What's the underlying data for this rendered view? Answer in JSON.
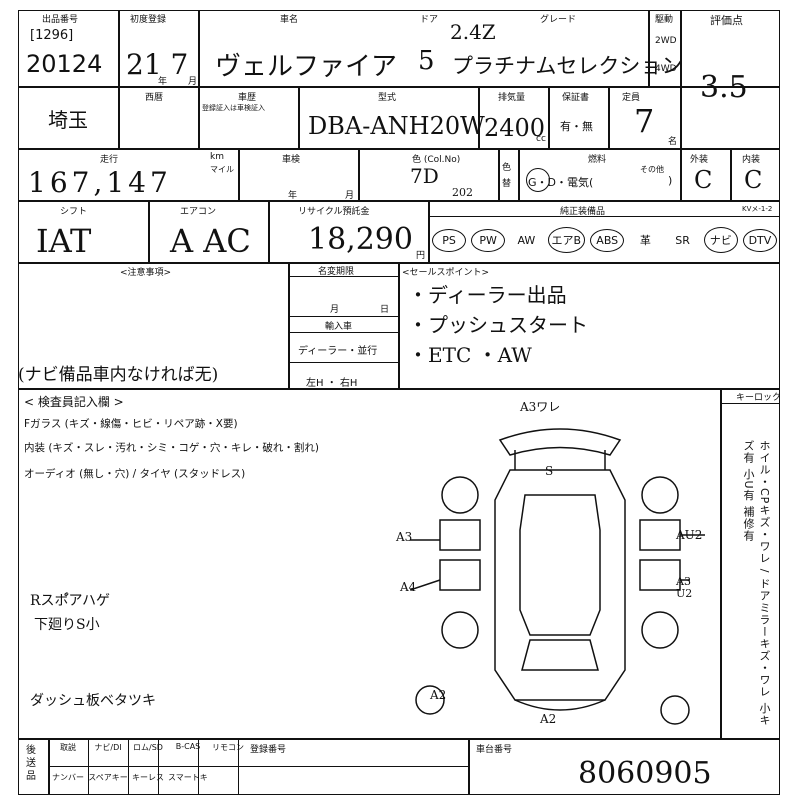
{
  "header": {
    "lot_label": "出品番号",
    "lot_code": "[1296]",
    "lot_number": "20124",
    "first_reg_label": "初度登録",
    "first_reg_value": "21 7",
    "first_reg_unit": "年",
    "first_reg_month_unit": "月",
    "car_name_label": "車名",
    "car_name_value": "ヴェルファイア",
    "door_label": "ドア",
    "door_value": "5",
    "grade_label": "グレード",
    "grade_value_top": "2.4Z",
    "grade_value": "プラチナムセレクション",
    "drive_label": "駆動",
    "drive_2wd": "2WD",
    "drive_4wd": "4WD",
    "score_label": "評価点",
    "score_value": "3.5"
  },
  "row2": {
    "pref_value": "埼玉",
    "year_label": "西暦",
    "history_label": "車歴",
    "history_note": "登録証入は車検証入",
    "type_label": "型式",
    "type_value": "DBA-ANH20W",
    "displacement_label": "排気量",
    "displacement_value": "2400",
    "displacement_unit": "cc",
    "warranty_label": "保証書",
    "warranty_value": "有・無",
    "capacity_label": "定員",
    "capacity_value": "7",
    "capacity_unit": "名"
  },
  "row3": {
    "mileage_label": "走行",
    "mileage_value": "167,147",
    "mileage_unit_km": "km",
    "mileage_unit_mile": "マイル",
    "inspection_label": "車検",
    "inspection_year": "年",
    "inspection_month": "月",
    "color_label": "色 (Col.No)",
    "color_value": "7D",
    "color_code": "202",
    "color_change_label": "色替",
    "fuel_label": "燃料",
    "fuel_value": "G・D・電気(",
    "fuel_other": "その他",
    "fuel_close": ")",
    "exterior_label": "外装",
    "exterior_value": "C",
    "interior_label": "内装",
    "interior_value": "C"
  },
  "row4": {
    "shift_label": "シフト",
    "shift_value": "IAT",
    "ac_label": "エアコン",
    "ac_value": "A AC",
    "recycle_label": "リサイクル預託金",
    "recycle_value": "18,290",
    "recycle_unit": "円",
    "equip_label": "純正装備品",
    "equip_extra": "KVメ-1-2",
    "equipment": [
      "PS",
      "PW",
      "AW",
      "エアB",
      "ABS",
      "革",
      "SR",
      "ナビ",
      "DTV"
    ]
  },
  "notes": {
    "notes_label": "<注意事項>",
    "name_change_label": "名変期限",
    "month_label": "月",
    "day_label": "日",
    "import_label": "輸入車",
    "dealer_label": "ディーラー・並行",
    "left_right": "左H ・ 右H",
    "sales_label": "<セールスポイント>",
    "sales_points": [
      "・ディーラー出品",
      "・プッシュスタート",
      "・ETC ・AW"
    ],
    "navi_note": "(ナビ備品車内なければ无)"
  },
  "inspection": {
    "title": "< 検査員記入欄 >",
    "glass": "Fガラス (キズ・線傷・ヒビ・リペア跡・X要)",
    "interior": "内装 (キズ・スレ・汚れ・シミ・コゲ・穴・キレ・破れ・割れ)",
    "audio": "オーディオ (無し・穴) / タイヤ (スタッドレス)",
    "note1": "Rスポ゚アハゲ",
    "note2": "下廻りS小",
    "note3": "ダッシュ板ベタツキ",
    "keylock_label": "キーロック",
    "vertical_note": "ホイル・CPキズ・ワレ / ドアミラーキズ・ワレ 小キズ有 小U有 補修有"
  },
  "diagram_marks": {
    "a3_wa_top": "A3ワレ",
    "s_mark": "S",
    "a3_left": "A3",
    "au2_right": "AU2",
    "a4_left": "A4",
    "a3u2_right": "A3\nU2",
    "a2_bottom_left": "A2",
    "a2_bottom": "A2"
  },
  "footer": {
    "after_label": "後送品",
    "items_row1": [
      "取説",
      "ナビ/DI",
      "ロム/SD",
      "B-CAS",
      "リモコン"
    ],
    "items_row2": [
      "ナンバー",
      "スペアキー",
      "キーレス",
      "スマートキー"
    ],
    "reg_number_label": "登録番号",
    "chassis_label": "車台番号",
    "chassis_value": "8060905"
  }
}
